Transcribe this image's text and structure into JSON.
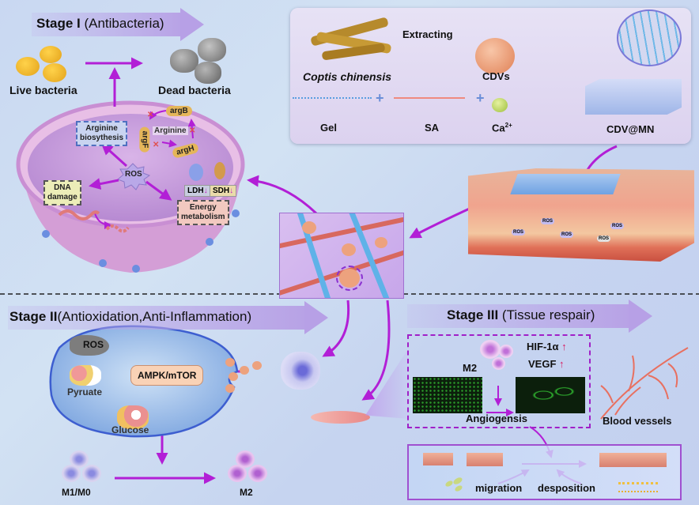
{
  "stage1": {
    "title_bold": "Stage I",
    "title_rest": " (Antibacteria)",
    "live_bacteria": "Live bacteria",
    "dead_bacteria": "Dead bacteria",
    "bacterium": {
      "arginine_biosynthesis": [
        "Arginine",
        "biosythesis"
      ],
      "arginine": "Arginine",
      "genes": [
        "argB",
        "argF",
        "argH"
      ],
      "ros": "ROS",
      "dna_damage": [
        "DNA",
        "damage"
      ],
      "enzymes": [
        "LDH",
        "SDH"
      ],
      "energy_metabolism": [
        "Energy",
        "metabolism"
      ]
    }
  },
  "preparation": {
    "source": "Coptis chinensis",
    "extracting": "Extracting",
    "cdvs": "CDVs",
    "gel": "Gel",
    "sa": "SA",
    "ca": "Ca",
    "ca_sup": "2+",
    "plus": "+",
    "product": "CDV@MN"
  },
  "skin": {
    "ros_labels": [
      "ROS",
      "ROS",
      "ROS",
      "ROS",
      "ROS"
    ]
  },
  "stage2": {
    "title_bold": "Stage II",
    "title_rest": "(Antioxidation,Anti-Inflammation)",
    "ros": "ROS",
    "pathway": "AMPK/mTOR",
    "pyruate": "Pyruate",
    "glucose": "Glucose",
    "m1m0": "M1/M0",
    "m2": "M2"
  },
  "stage3": {
    "title_bold": "Stage III",
    "title_rest": " (Tissue respair)",
    "m2": "M2",
    "hif": "HIF-1α",
    "vegf": "VEGF",
    "up_arrow": "↑",
    "angiogenesis": "Angiogensis",
    "blood_vessels": "Blood vessels",
    "migration": "migration",
    "deposition": "desposition"
  },
  "colors": {
    "arrow": "#b21fd6",
    "stage_arrow": "#b7a0e6",
    "up_arrow": "#d81b60",
    "dashed_box": "#a020c8"
  }
}
